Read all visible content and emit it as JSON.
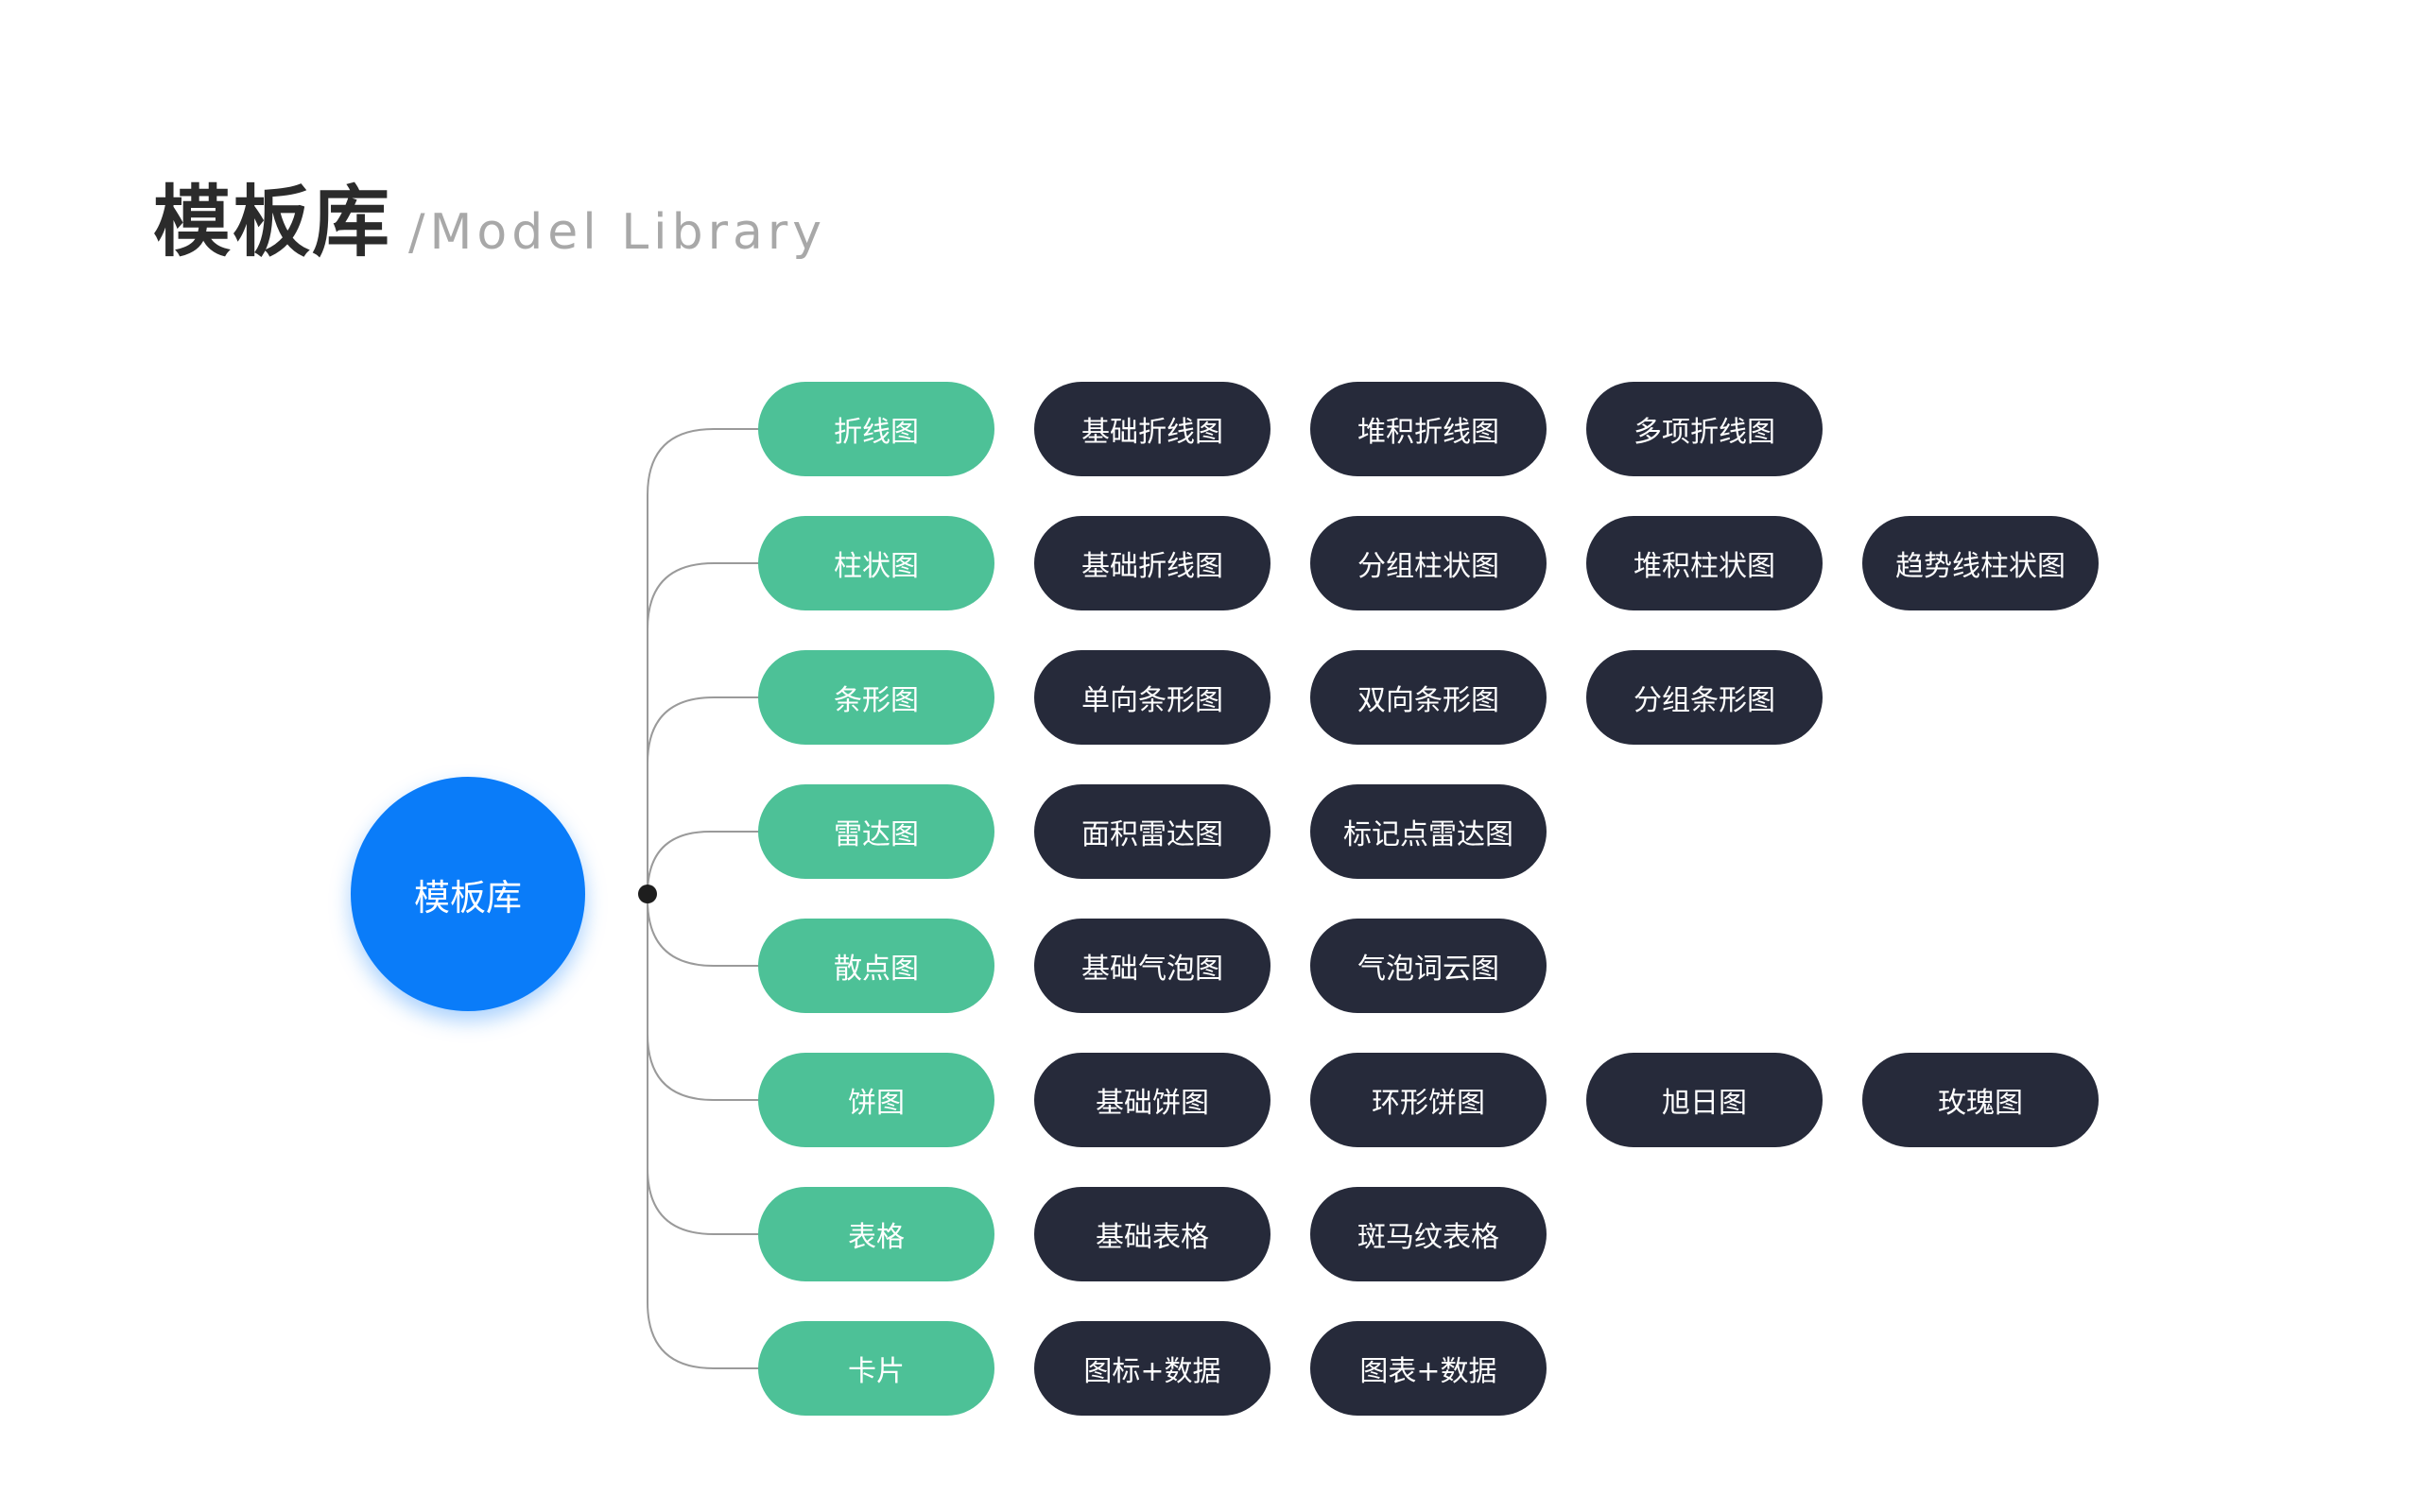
{
  "header": {
    "title": "模板库",
    "subtitle": "/Model Library"
  },
  "diagram": {
    "root": "模板库",
    "categories": [
      {
        "label": "折线图",
        "items": [
          "基础折线图",
          "堆积折线图",
          "多项折线图"
        ]
      },
      {
        "label": "柱状图",
        "items": [
          "基础折线图",
          "分组柱状图",
          "堆积柱状图",
          "趋势线柱状图"
        ]
      },
      {
        "label": "条形图",
        "items": [
          "单向条形图",
          "双向条形图",
          "分组条形图"
        ]
      },
      {
        "label": "雷达图",
        "items": [
          "面积雷达图",
          "标记点雷达图"
        ]
      },
      {
        "label": "散点图",
        "items": [
          "基础气泡图",
          "气泡词云图"
        ]
      },
      {
        "label": "饼图",
        "items": [
          "基础饼图",
          "环形饼图",
          "旭日图",
          "玫瑰图"
        ]
      },
      {
        "label": "表格",
        "items": [
          "基础表格",
          "斑马纹表格"
        ]
      },
      {
        "label": "卡片",
        "items": [
          "图标+数据",
          "图表+数据"
        ]
      }
    ]
  },
  "colors": {
    "root": "#0a7cf9",
    "category": "#4dc197",
    "item": "#262a3a",
    "connector": "#9a9a9a"
  }
}
